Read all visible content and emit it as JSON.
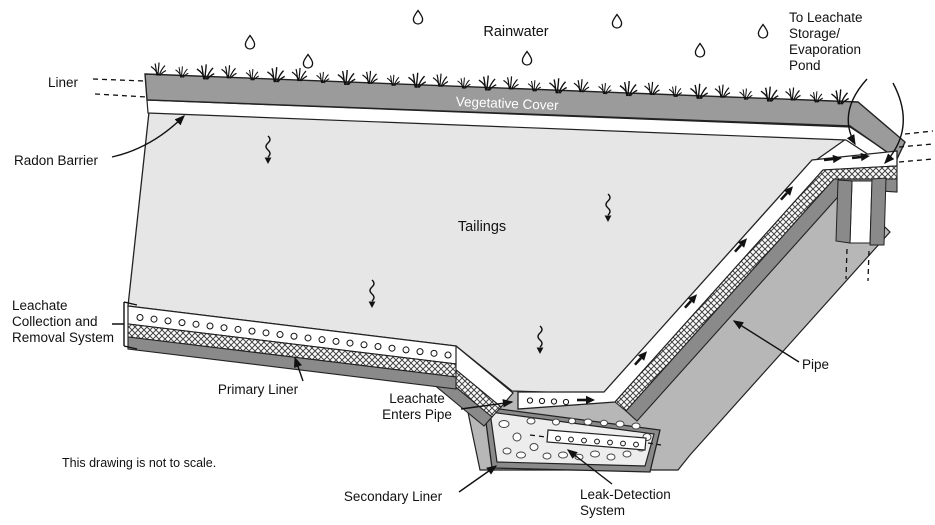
{
  "labels": {
    "liner": "Liner",
    "rainwater": "Rainwater",
    "vegetative_cover": "Vegetative Cover",
    "radon_barrier": "Radon Barrier",
    "tailings": "Tailings",
    "leachate_collection": [
      "Leachate",
      "Collection and",
      "Removal System"
    ],
    "primary_liner": "Primary Liner",
    "leachate_enters": [
      "Leachate",
      "Enters Pipe"
    ],
    "not_to_scale": "This drawing is not to scale.",
    "secondary_liner": "Secondary Liner",
    "leak_detection": [
      "Leak-Detection",
      "System"
    ],
    "pipe": "Pipe",
    "to_leachate": [
      "To Leachate",
      "Storage/",
      "Evaporation",
      "Pond"
    ]
  },
  "colors": {
    "background": "#ffffff",
    "cover_gray": "#9b9b9b",
    "tailings_gray": "#e6e6e6",
    "embankment_gray": "#b7b7b7",
    "liner_dark_gray": "#8a8a8a",
    "gravel_gray": "#ededed",
    "outline_black": "#111111"
  }
}
